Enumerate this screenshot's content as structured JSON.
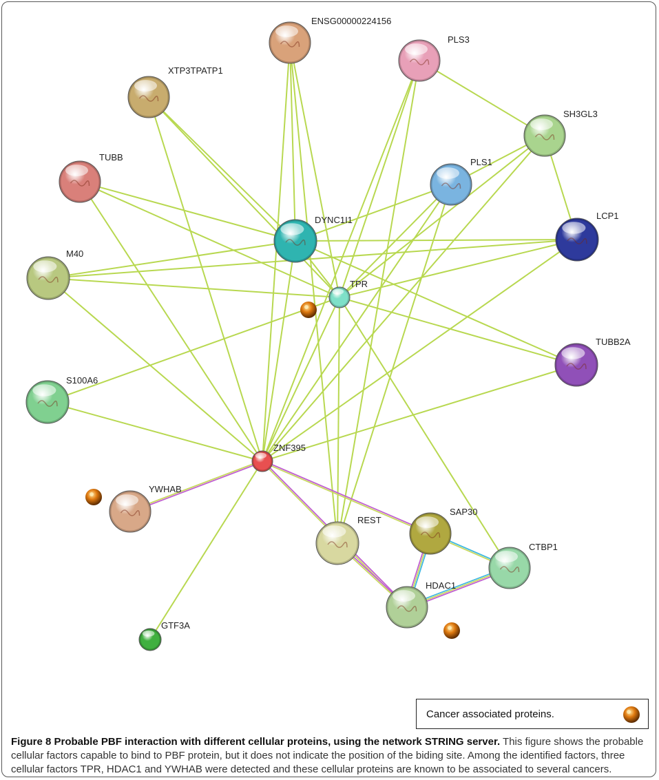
{
  "figure": {
    "caption_title": "Figure 8 Probable PBF interaction with different cellular proteins, using the network STRING server.",
    "caption_body": "This figure shows the probable cellular factors capable to bind to PBF protein, but it does not indicate the position of the biding site. Among the identified factors, three cellular factors TPR, HDAC1 and YWHAB were detected and these cellular proteins are known to be associated to several cancers."
  },
  "legend": {
    "label": "Cancer associated proteins.",
    "icon": "cancer-marker-icon"
  },
  "nodes": [
    {
      "id": "ENSG00000224156",
      "label": "ENSG00000224156",
      "color": "#d9a27a"
    },
    {
      "id": "PLS3",
      "label": "PLS3",
      "color": "#e8a0b8"
    },
    {
      "id": "XTP3TPATP1",
      "label": "XTP3TPATP1",
      "color": "#c8ac6e"
    },
    {
      "id": "SH3GL3",
      "label": "SH3GL3",
      "color": "#a9d48e"
    },
    {
      "id": "TUBB",
      "label": "TUBB",
      "color": "#d9807a"
    },
    {
      "id": "PLS1",
      "label": "PLS1",
      "color": "#7ab4e0"
    },
    {
      "id": "DYNC1I1",
      "label": "DYNC1I1",
      "color": "#2fb4b0"
    },
    {
      "id": "LCP1",
      "label": "LCP1",
      "color": "#2e3a9c"
    },
    {
      "id": "M40",
      "label": "M40",
      "color": "#b8c880"
    },
    {
      "id": "TPR",
      "label": "TPR",
      "color": "#7ee0c8"
    },
    {
      "id": "TUBB2A",
      "label": "TUBB2A",
      "color": "#9050b8"
    },
    {
      "id": "S100A6",
      "label": "S100A6",
      "color": "#80d090"
    },
    {
      "id": "ZNF395",
      "label": "ZNF395",
      "color": "#e85050"
    },
    {
      "id": "YWHAB",
      "label": "YWHAB",
      "color": "#d8a888"
    },
    {
      "id": "REST",
      "label": "REST",
      "color": "#d8d8a0"
    },
    {
      "id": "SAP30",
      "label": "SAP30",
      "color": "#b0a840"
    },
    {
      "id": "CTBP1",
      "label": "CTBP1",
      "color": "#98d8a8"
    },
    {
      "id": "HDAC1",
      "label": "HDAC1",
      "color": "#b0d098"
    },
    {
      "id": "GTF3A",
      "label": "GTF3A",
      "color": "#40b040"
    }
  ],
  "edges": [
    [
      "ENSG00000224156",
      "DYNC1I1"
    ],
    [
      "ENSG00000224156",
      "TPR"
    ],
    [
      "ENSG00000224156",
      "ZNF395"
    ],
    [
      "ENSG00000224156",
      "REST"
    ],
    [
      "PLS3",
      "SH3GL3"
    ],
    [
      "PLS3",
      "TPR"
    ],
    [
      "PLS3",
      "ZNF395"
    ],
    [
      "PLS3",
      "REST"
    ],
    [
      "XTP3TPATP1",
      "DYNC1I1"
    ],
    [
      "XTP3TPATP1",
      "TPR"
    ],
    [
      "XTP3TPATP1",
      "ZNF395"
    ],
    [
      "SH3GL3",
      "LCP1"
    ],
    [
      "SH3GL3",
      "TPR"
    ],
    [
      "SH3GL3",
      "ZNF395"
    ],
    [
      "SH3GL3",
      "PLS1"
    ],
    [
      "TUBB",
      "DYNC1I1"
    ],
    [
      "TUBB",
      "TPR"
    ],
    [
      "TUBB",
      "ZNF395"
    ],
    [
      "PLS1",
      "DYNC1I1"
    ],
    [
      "PLS1",
      "TPR"
    ],
    [
      "PLS1",
      "ZNF395"
    ],
    [
      "PLS1",
      "REST"
    ],
    [
      "DYNC1I1",
      "M40"
    ],
    [
      "DYNC1I1",
      "LCP1"
    ],
    [
      "DYNC1I1",
      "TUBB2A"
    ],
    [
      "DYNC1I1",
      "ZNF395"
    ],
    [
      "DYNC1I1",
      "TPR"
    ],
    [
      "LCP1",
      "TPR"
    ],
    [
      "LCP1",
      "ZNF395"
    ],
    [
      "LCP1",
      "M40"
    ],
    [
      "M40",
      "TPR"
    ],
    [
      "M40",
      "ZNF395"
    ],
    [
      "TPR",
      "TUBB2A"
    ],
    [
      "TPR",
      "S100A6"
    ],
    [
      "TPR",
      "ZNF395"
    ],
    [
      "TPR",
      "REST"
    ],
    [
      "TPR",
      "CTBP1"
    ],
    [
      "TUBB2A",
      "ZNF395"
    ],
    [
      "S100A6",
      "ZNF395"
    ],
    [
      "ZNF395",
      "GTF3A"
    ]
  ],
  "multi_edges": [
    {
      "from": "ZNF395",
      "to": "YWHAB",
      "colors": [
        "#c060d0",
        "#c8d860"
      ]
    },
    {
      "from": "ZNF395",
      "to": "SAP30",
      "colors": [
        "#c060d0",
        "#c8d860"
      ]
    },
    {
      "from": "ZNF395",
      "to": "HDAC1",
      "colors": [
        "#c060d0",
        "#c8d860"
      ]
    },
    {
      "from": "REST",
      "to": "HDAC1",
      "colors": [
        "#c060d0",
        "#c8d860"
      ]
    },
    {
      "from": "SAP30",
      "to": "HDAC1",
      "colors": [
        "#40b8e0",
        "#c8d860",
        "#c060d0"
      ]
    },
    {
      "from": "SAP30",
      "to": "CTBP1",
      "colors": [
        "#40b8e0",
        "#c8d860"
      ]
    },
    {
      "from": "HDAC1",
      "to": "CTBP1",
      "colors": [
        "#40b8e0",
        "#c8d860",
        "#c060d0"
      ]
    }
  ],
  "colors": {
    "edge_default": "#b8d850",
    "cancer_marker": "#e07a10"
  }
}
